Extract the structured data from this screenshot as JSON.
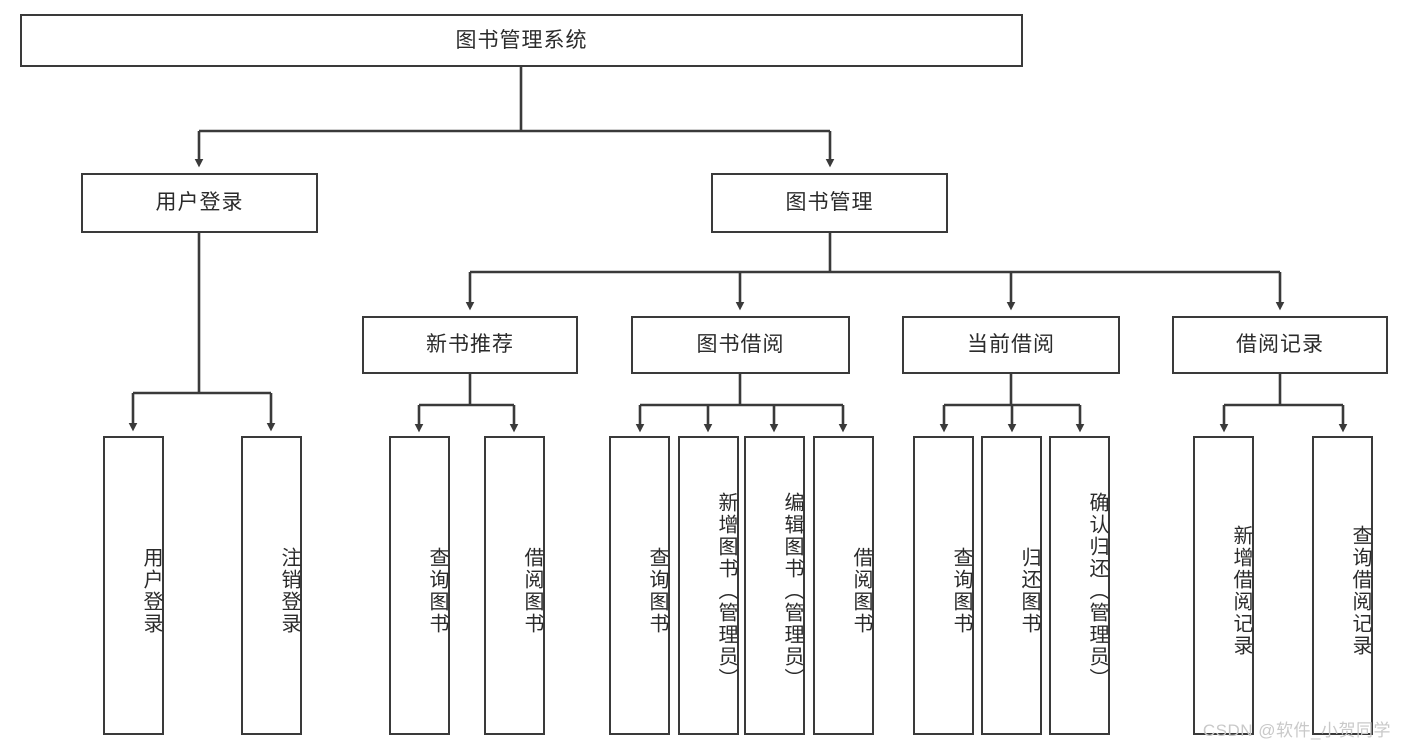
{
  "diagram": {
    "type": "tree",
    "title": "图书管理系统",
    "root": {
      "label": "图书管理系统"
    },
    "level2": [
      {
        "label": "用户登录"
      },
      {
        "label": "图书管理"
      }
    ],
    "level3": [
      {
        "label": "新书推荐"
      },
      {
        "label": "图书借阅"
      },
      {
        "label": "当前借阅"
      },
      {
        "label": "借阅记录"
      }
    ],
    "leaves": {
      "user_login": [
        {
          "label": "用户登录"
        },
        {
          "label": "注销登录"
        }
      ],
      "new_book_recommend": [
        {
          "label": "查询图书"
        },
        {
          "label": "借阅图书"
        }
      ],
      "book_borrow": [
        {
          "label": "查询图书"
        },
        {
          "label": "新增图书（管理员）"
        },
        {
          "label": "编辑图书（管理员）"
        },
        {
          "label": "借阅图书"
        }
      ],
      "current_borrow": [
        {
          "label": "查询图书"
        },
        {
          "label": "归还图书"
        },
        {
          "label": "确认归还（管理员）"
        }
      ],
      "borrow_record": [
        {
          "label": "新增借阅记录"
        },
        {
          "label": "查询借阅记录"
        }
      ]
    }
  },
  "colors": {
    "stroke": "#3a3a3a",
    "text": "#2b2b2b",
    "background": "#ffffff",
    "watermark": "#c9c9c9"
  },
  "watermark": {
    "text": "CSDN @软件_小贺同学"
  }
}
